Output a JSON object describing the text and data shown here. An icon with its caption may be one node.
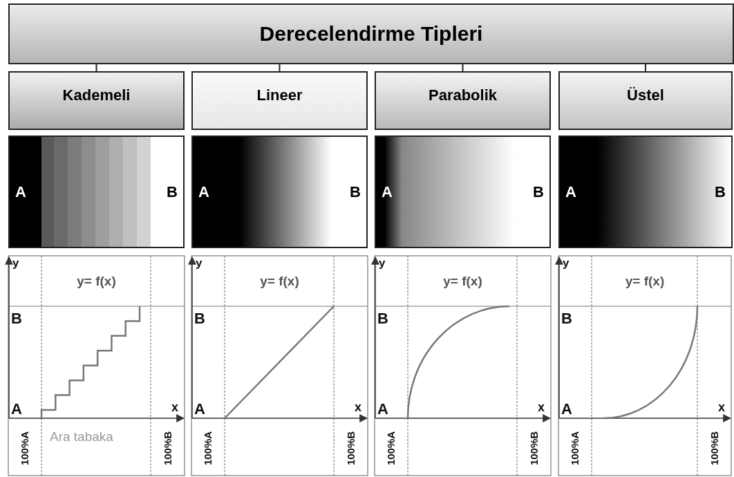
{
  "diagram": {
    "nodes": [
      {
        "text": [
          "Derecelendirme Tipleri"
        ]
      },
      {
        "text": [
          "Kademeli"
        ]
      },
      {
        "text": [
          "Lineer"
        ]
      },
      {
        "text": [
          "Parabolik"
        ]
      },
      {
        "text": [
          "Üstel"
        ]
      },
      {
        "text": [
          "A",
          "B"
        ]
      },
      {
        "text": [
          "A",
          "B"
        ]
      },
      {
        "text": [
          "A",
          "B"
        ]
      },
      {
        "text": [
          "A",
          "B"
        ]
      }
    ],
    "edges": [
      {
        "from": 0,
        "to": 1,
        "arrow": "none"
      },
      {
        "from": 0,
        "to": 2,
        "arrow": "none"
      },
      {
        "from": 0,
        "to": 3,
        "arrow": "none"
      },
      {
        "from": 0,
        "to": 4,
        "arrow": "none"
      }
    ],
    "labels": [
      "y",
      "y= f(x)",
      "B",
      "A",
      "x",
      "100%A",
      "Ara tabaka",
      "100%B",
      "y",
      "y= f(x)",
      "B",
      "A",
      "x",
      "100%A",
      "100%B",
      "y",
      "y= f(x)",
      "B",
      "A",
      "x",
      "100%A",
      "100%B",
      "y",
      "y= f(x)",
      "B",
      "A",
      "x",
      "100%A",
      "100%B"
    ]
  }
}
